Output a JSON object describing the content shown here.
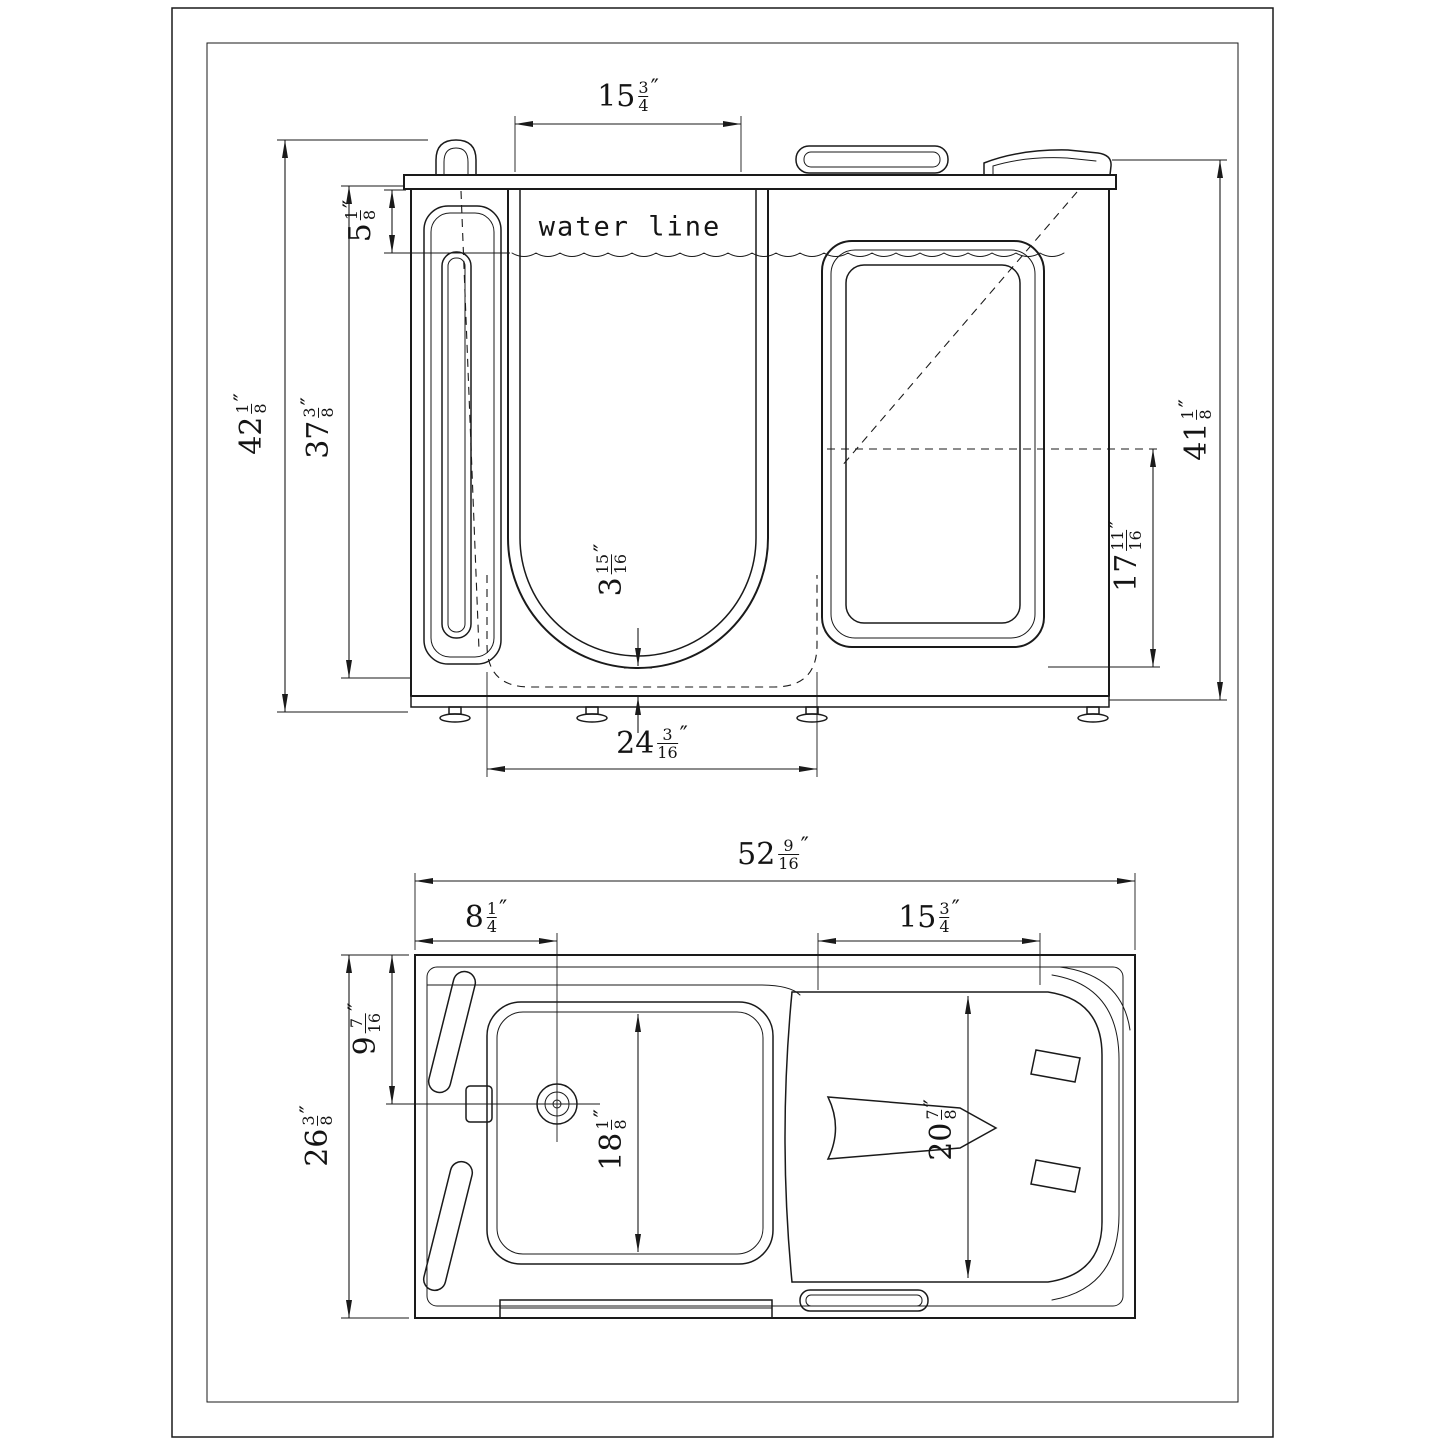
{
  "drawing": {
    "background": "#ffffff",
    "line_color": "#1a1a1a"
  },
  "units": {
    "inch_mark": "″"
  },
  "elevation": {
    "water_line_label": "water line",
    "dims": {
      "top_opening_width": {
        "whole": "15",
        "num": "3",
        "den": "4"
      },
      "rim_to_waterline": {
        "whole": "5",
        "num": "1",
        "den": "8"
      },
      "overall_height": {
        "whole": "42",
        "num": "1",
        "den": "8"
      },
      "interior_height": {
        "whole": "37",
        "num": "3",
        "den": "8"
      },
      "base_thickness": {
        "whole": "3",
        "num": "15",
        "den": "16"
      },
      "bottom_opening_width": {
        "whole": "24",
        "num": "3",
        "den": "16"
      },
      "seat_height": {
        "whole": "17",
        "num": "11",
        "den": "16"
      },
      "right_height": {
        "whole": "41",
        "num": "1",
        "den": "8"
      }
    }
  },
  "plan": {
    "dims": {
      "overall_length": {
        "whole": "52",
        "num": "9",
        "den": "16"
      },
      "drain_offset": {
        "whole": "8",
        "num": "1",
        "den": "4"
      },
      "seat_length": {
        "whole": "15",
        "num": "3",
        "den": "4"
      },
      "drain_from_front": {
        "whole": "9",
        "num": "7",
        "den": "16"
      },
      "overall_width": {
        "whole": "26",
        "num": "3",
        "den": "8"
      },
      "footwell_length": {
        "whole": "18",
        "num": "1",
        "den": "8"
      },
      "seat_width": {
        "whole": "20",
        "num": "7",
        "den": "8"
      }
    }
  }
}
